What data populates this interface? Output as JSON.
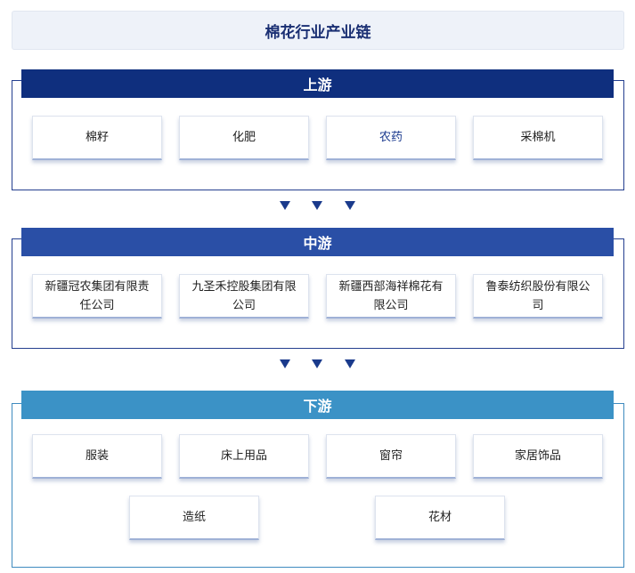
{
  "title": "棉花行业产业链",
  "upstream": {
    "label": "上游",
    "items": [
      "棉籽",
      "化肥",
      "农药",
      "采棉机"
    ]
  },
  "midstream": {
    "label": "中游",
    "items": [
      "新疆冠农集团有限责任公司",
      "九圣禾控股集团有限公司",
      "新疆西部海祥棉花有限公司",
      "鲁泰纺织股份有限公司"
    ]
  },
  "downstream": {
    "label": "下游",
    "items": [
      "服装",
      "床上用品",
      "窗帘",
      "家居饰品",
      "造纸",
      "花材"
    ]
  },
  "colors": {
    "upstream_header": "#0f2f7e",
    "midstream_header": "#2a4fa6",
    "downstream_header": "#3b92c6",
    "arrow": "#1a3a8c"
  },
  "icons": [
    "arrow-down-icon"
  ]
}
